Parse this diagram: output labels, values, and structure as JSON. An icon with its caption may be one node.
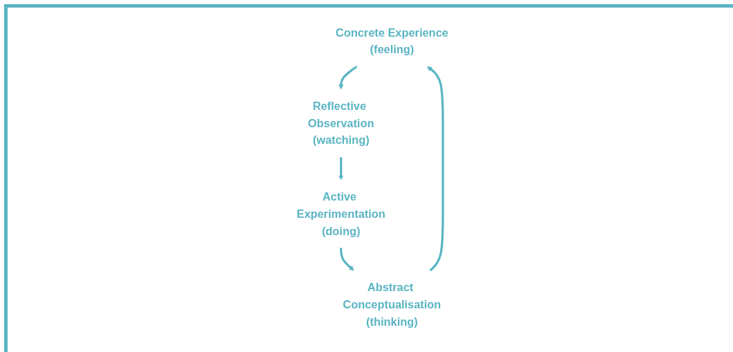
{
  "diagram": {
    "nodes": [
      {
        "text": [
          "Concrete Experience",
          "(feeling)"
        ]
      },
      {
        "text": [
          "Reflective Observation",
          "(watching)"
        ]
      },
      {
        "text": [
          "Active Experimentation",
          "(doing)"
        ]
      },
      {
        "text": [
          "Abstract Conceptualisation",
          "(thinking)"
        ]
      }
    ],
    "edges": [
      {
        "from": 0,
        "to": 1,
        "arrow": "to"
      },
      {
        "from": 1,
        "to": 2,
        "arrow": "to"
      },
      {
        "from": 2,
        "to": 3,
        "arrow": "to"
      },
      {
        "from": 3,
        "to": 0,
        "arrow": "to"
      }
    ]
  }
}
